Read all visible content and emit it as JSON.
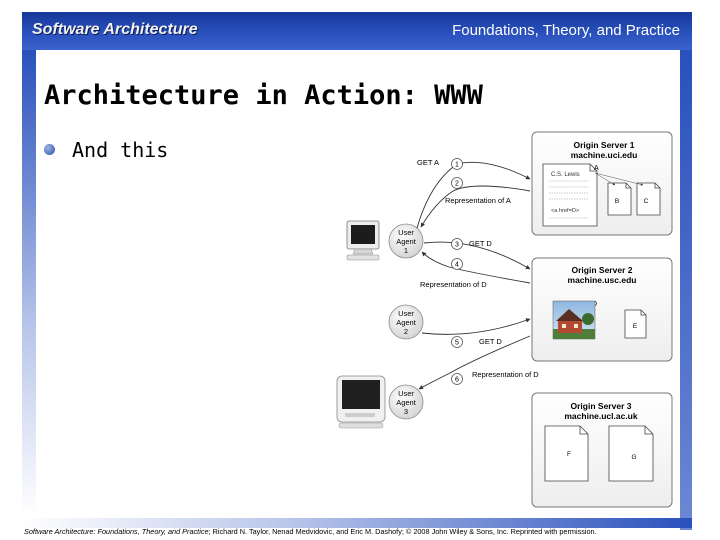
{
  "header": {
    "left": "Software Architecture",
    "right": "Foundations, Theory, and Practice"
  },
  "slide": {
    "title": "Architecture in Action: WWW",
    "bullet": "And this"
  },
  "footer": {
    "title": "Software Architecture: Foundations, Theory, and Practice",
    "rest": "; Richard N. Taylor, Nenad Medvidovic, and Eric M. Dashofy; © 2008 John Wiley & Sons, Inc. Reprinted with permission."
  },
  "diagram": {
    "servers": [
      {
        "name": "Origin Server 1",
        "host": "machine.uci.edu",
        "res_main": "A",
        "res_b": "B",
        "res_c": "C",
        "text1": "C.S. Lewis",
        "text2": "<a href=D>"
      },
      {
        "name": "Origin Server 2",
        "host": "machine.usc.edu",
        "res_main": "D",
        "res_e": "E"
      },
      {
        "name": "Origin Server 3",
        "host": "machine.ucl.ac.uk",
        "res_f": "F",
        "res_g": "G"
      }
    ],
    "agents": [
      {
        "line1": "User",
        "line2": "Agent",
        "num": "1"
      },
      {
        "line1": "User",
        "line2": "Agent",
        "num": "2"
      },
      {
        "line1": "User",
        "line2": "Agent",
        "num": "3"
      }
    ],
    "steps": [
      {
        "num": "1",
        "label": "GET A"
      },
      {
        "num": "2",
        "label": "Representation of A"
      },
      {
        "num": "3",
        "label": "GET D"
      },
      {
        "num": "4",
        "label": "Representation of D"
      },
      {
        "num": "5",
        "label": "GET D"
      },
      {
        "num": "6",
        "label": "Representation of D"
      }
    ]
  }
}
